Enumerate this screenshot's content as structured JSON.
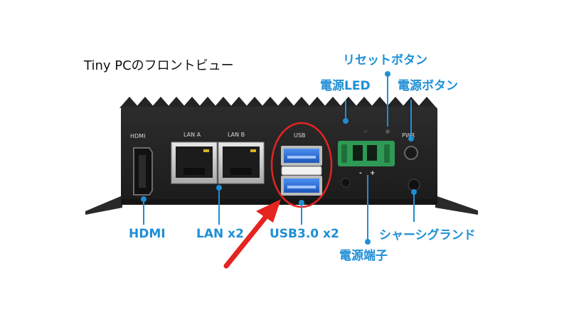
{
  "title": "Tiny PCのフロントビュー",
  "panel_labels": {
    "hdmi": "HDMI",
    "lan_a": "LAN A",
    "lan_b": "LAN B",
    "usb": "USB",
    "pwr": "PWR",
    "minus": "-",
    "plus": "+"
  },
  "callouts": {
    "reset_button": "リセットボタン",
    "power_led": "電源LED",
    "power_button": "電源ボタン",
    "hdmi": "HDMI",
    "lan": "LAN x2",
    "usb": "USB3.0 x2",
    "chassis_ground": "シャーシグランド",
    "power_terminal": "電源端子"
  },
  "colors": {
    "callout_blue": "#1e8fd6",
    "highlight_red": "#e52421",
    "chassis": "#232323",
    "usb_blue": "#2f6fd8",
    "terminal_green": "#2e9a55"
  },
  "icons": [
    "red-arrow-icon"
  ]
}
